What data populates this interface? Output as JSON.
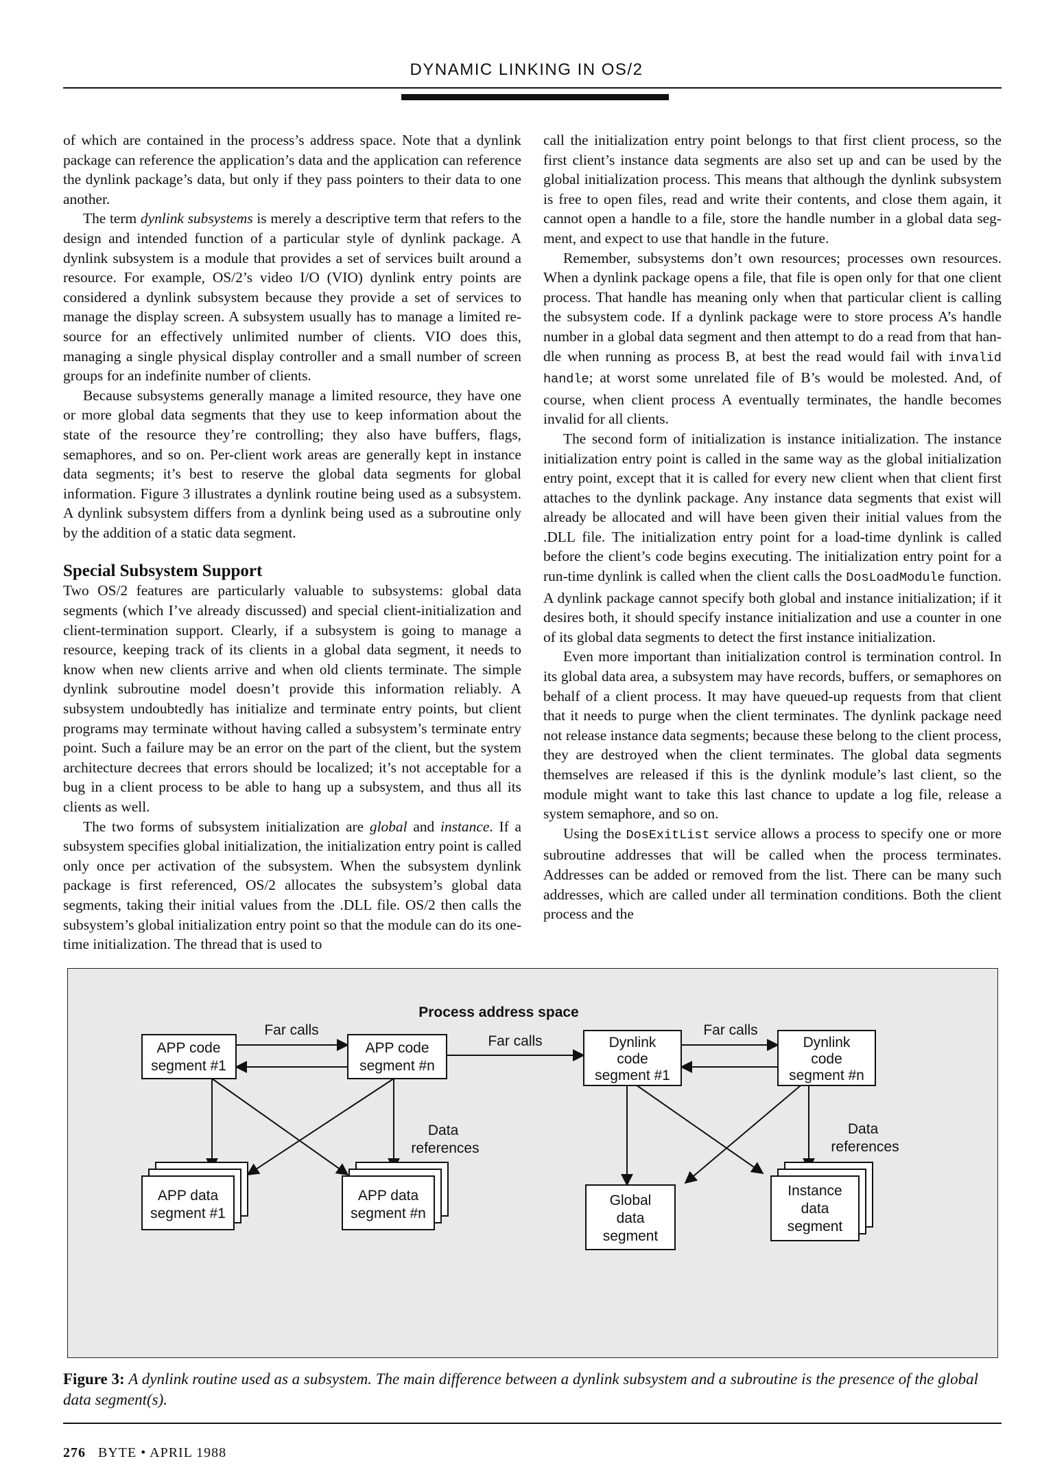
{
  "header": {
    "running_head": "DYNAMIC LINKING IN OS/2"
  },
  "left_column": {
    "p1": "of which are contained in the process’s address space. Note that a dynlink package can reference the application’s data and the application can reference the dynlink package’s data, but only if they pass pointers to their data to one another.",
    "p2_a": "The term ",
    "p2_em": "dynlink subsystems",
    "p2_b": " is merely a descriptive term that refers to the design and intended function of a particular style of dynlink package. A dynlink subsystem is a module that provides a set of services built around a resource. For example, OS/2’s video I/O (VIO) dynlink entry points are considered a dynlink subsystem because they provide a set of services to manage the display screen. A subsystem usually has to manage a limited re­source for an effectively unlimited number of clients. VIO does this, managing a single physical display controller and a small number of screen groups for an indefinite number of clients.",
    "p3": "Because subsystems generally manage a limited resource, they have one or more global data segments that they use to keep information about the state of the resource they’re controlling; they also have buffers, flags, semaphores, and so on. Per-client work areas are generally kept in instance data segments; it’s best to reserve the global data segments for global information. Fig­ure 3 illustrates a dynlink routine being used as a subsystem. A dynlink subsystem differs from a dynlink being used as a sub­routine only by the addition of a static data segment.",
    "heading": "Special Subsystem Support",
    "p4": "Two OS/2 features are particularly valuable to subsystems: global data segments (which I’ve already discussed) and special client-initialization and client-termination support. Clearly, if a subsystem is going to manage a resource, keeping track of its clients in a global data segment, it needs to know when new cli­ents arrive and when old clients terminate. The simple dynlink subroutine model doesn’t provide this information reliably. A subsystem undoubtedly has initialize and terminate entry points, but client programs may terminate without having called a subsystem’s terminate entry point. Such a failure may be an error on the part of the client, but the system architecture de­crees that errors should be localized; it’s not acceptable for a bug in a client process to be able to hang up a subsystem, and thus all its clients as well.",
    "p5_a": "The two forms of subsystem initialization are ",
    "p5_em1": "global",
    "p5_b": " and ",
    "p5_em2": "instance",
    "p5_c": ". If a subsystem specifies global initialization, the ini­tialization entry point is called only once per activation of the subsystem. When the subsystem dynlink package is first refer­enced, OS/2 allocates the subsystem’s global data segments, taking their initial values from the .DLL file. OS/2 then calls the subsystem’s global initialization entry point so that the mod­ule can do its one-time initialization. The thread that is used to"
  },
  "right_column": {
    "p1": "call the initialization entry point belongs to that first client pro­cess, so the first client’s instance data segments are also set up and can be used by the global initialization process. This means that although the dynlink subsystem is free to open files, read and write their contents, and close them again, it cannot open a handle to a file, store the handle number in a global data seg­ment, and expect to use that handle in the future.",
    "p2_a": "Remember, subsystems don’t own resources; processes own resources. When a dynlink package opens a file, that file is open only for that one client process. That handle has meaning only when that particular client is calling the subsystem code. If a dynlink package were to store process A’s handle number in a global data segment and then attempt to do a read from that han­dle when running as process B, at best the read would fail with ",
    "p2_code": "invalid handle",
    "p2_b": "; at worst some unrelated file of B’s would be molested. And, of course, when client process A eventually ter­minates, the handle becomes invalid for all clients.",
    "p3_a": "The second form of initialization is instance initialization. The instance initialization entry point is called in the same way as the global initialization entry point, except that it is called for every new client when that client first attaches to the dynlink package. Any instance data segments that exist will already be allocated and will have been given their initial values from the .DLL file. The initialization entry point for a load-time dynlink is called before the client’s code begins executing. The initial­ization entry point for a run-time dynlink is called when the cli­ent calls the ",
    "p3_code": "DosLoadModule",
    "p3_b": " function. A dynlink package can­not specify both global and instance initialization; if it desires both, it should specify instance initialization and use a counter in one of its global data segments to detect the first instance initialization.",
    "p4": "Even more important than initialization control is termination control. In its global data area, a subsystem may have records, buffers, or semaphores on behalf of a client process. It may have queued-up requests from that client that it needs to purge when the client terminates. The dynlink package need not release in­stance data segments; because these belong to the client pro­cess, they are destroyed when the client terminates. The global data segments themselves are released if this is the dynlink mod­ule’s last client, so the module might want to take this last chance to update a log file, release a system semaphore, and so on.",
    "p5_a": "Using the ",
    "p5_code": "DosExitList",
    "p5_b": " service allows a process to specify one or more subroutine addresses that will be called when the process terminates. Addresses can be added or removed from the list. There can be many such addresses, which are called under all termination conditions. Both the client process and the"
  },
  "figure": {
    "title": "Process address space",
    "far_calls_1": "Far calls",
    "far_calls_2": "Far calls",
    "far_calls_3": "Far calls",
    "data_refs_1": [
      "Data",
      "references"
    ],
    "data_refs_2": [
      "Data",
      "references"
    ],
    "app_code_1": [
      "APP code",
      "segment #1"
    ],
    "app_code_n": [
      "APP code",
      "segment #n"
    ],
    "dyn_code_1": [
      "Dynlink",
      "code",
      "segment #1"
    ],
    "dyn_code_n": [
      "Dynlink",
      "code",
      "segment #n"
    ],
    "app_data_1": [
      "APP data",
      "segment #1"
    ],
    "app_data_n": [
      "APP data",
      "segment #n"
    ],
    "global_data": [
      "Global",
      "data",
      "segment"
    ],
    "instance_data": [
      "Instance",
      "data",
      "segment"
    ]
  },
  "caption": {
    "label": "Figure 3:",
    "text": "A dynlink routine used as a subsystem. The main difference between a dynlink subsystem and a subroutine is the presence of the global data segment(s)."
  },
  "footer": {
    "page": "276",
    "magazine": "BYTE",
    "issue": "APRIL 1988"
  }
}
